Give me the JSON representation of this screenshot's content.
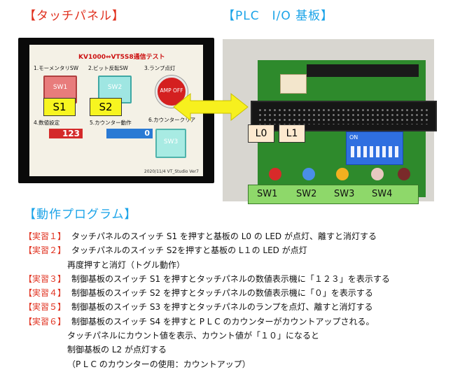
{
  "headings": {
    "touch": "【タッチパネル】",
    "plc": "【PLC　I/O 基板】",
    "program": "【動作プログラム】"
  },
  "touch_panel": {
    "title": "KV1000⇔VT5S8通信テスト",
    "labels": [
      "1.モーメンタリSW",
      "2.ビット反転SW",
      "3.ランプ点灯",
      "4.数値設定",
      "5.カウンター動作",
      "6.カウンタークリア"
    ],
    "buttons": {
      "sw1": "SW1",
      "sw2": "SW2",
      "sw3": "SW3",
      "amp": "AMP OFF"
    },
    "display_value": "123",
    "counter_value": "0",
    "footer": "2020/11/4  VT_Studio Ver7",
    "callouts": [
      "S1",
      "S2"
    ]
  },
  "plc_board": {
    "callouts": [
      "L0",
      "L1"
    ],
    "switches": [
      "SW1",
      "SW2",
      "SW3",
      "SW4"
    ],
    "dip_label": "ON"
  },
  "program": [
    {
      "tag": "【実習１】",
      "text": "タッチパネルのスイッチ S1 を押すと基板の L0 の LED が点灯、離すと消灯する"
    },
    {
      "tag": "【実習２】",
      "text": "タッチパネルのスイッチ S2を押すと基板の L１の LED が点灯"
    },
    {
      "tag": "",
      "text": "再度押すと消灯（トグル動作）"
    },
    {
      "tag": "【実習３】",
      "text": "制御基板のスイッチ S1 を押すとタッチパネルの数値表示機に「１２３」を表示する"
    },
    {
      "tag": "【実習４】",
      "text": "制御基板のスイッチ S2 を押すとタッチパネルの数値表示機に「０」を表示する"
    },
    {
      "tag": "【実習５】",
      "text": "制御基板のスイッチ S3 を押すとタッチパネルのランプを点灯、離すと消灯する"
    },
    {
      "tag": "【実習６】",
      "text": "制御基板のスイッチ S4 を押すと P L C のカウンターがカウントアップされる。"
    },
    {
      "tag": "",
      "text": "タッチパネルにカウント値を表示、カウント値が「１０」になると"
    },
    {
      "tag": "",
      "text": "制御基板の L2 が点灯する"
    },
    {
      "tag": "",
      "text": "（P L C のカウンターの使用：カウントアップ）"
    }
  ]
}
